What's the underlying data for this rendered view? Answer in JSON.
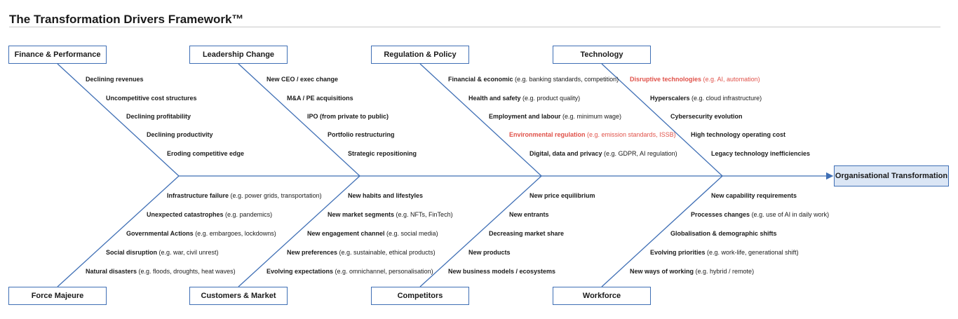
{
  "title": "The Transformation Drivers Framework™",
  "outcome": "Organisational Transformation",
  "colors": {
    "line": "#3f6fb5",
    "outcome_fill": "#dbe6f5",
    "highlight": "#e0524a"
  },
  "top": [
    {
      "label": "Finance & Performance",
      "items": [
        {
          "bold": "Declining revenues",
          "detail": ""
        },
        {
          "bold": "Uncompetitive cost structures",
          "detail": ""
        },
        {
          "bold": "Declining profitability",
          "detail": ""
        },
        {
          "bold": "Declining productivity",
          "detail": ""
        },
        {
          "bold": "Eroding competitive edge",
          "detail": ""
        }
      ]
    },
    {
      "label": "Leadership Change",
      "items": [
        {
          "bold": "New CEO / exec change",
          "detail": ""
        },
        {
          "bold": "M&A / PE acquisitions",
          "detail": ""
        },
        {
          "bold": "IPO (from private to public)",
          "detail": ""
        },
        {
          "bold": "Portfolio restructuring",
          "detail": ""
        },
        {
          "bold": "Strategic repositioning",
          "detail": ""
        }
      ]
    },
    {
      "label": "Regulation & Policy",
      "items": [
        {
          "bold": "Financial & economic",
          "detail": " (e.g. banking standards, competition)"
        },
        {
          "bold": "Health and safety",
          "detail": " (e.g. product quality)"
        },
        {
          "bold": "Employment and labour",
          "detail": " (e.g. minimum wage)"
        },
        {
          "bold": "Environmental regulation",
          "detail": " (e.g. emission standards, ISSB)",
          "highlight": true
        },
        {
          "bold": "Digital, data and privacy",
          "detail": " (e.g. GDPR, AI regulation)"
        }
      ]
    },
    {
      "label": "Technology",
      "items": [
        {
          "bold": "Disruptive technologies",
          "detail": " (e.g. AI, automation)",
          "highlight": true
        },
        {
          "bold": "Hyperscalers",
          "detail": " (e.g. cloud infrastructure)"
        },
        {
          "bold": "Cybersecurity evolution",
          "detail": ""
        },
        {
          "bold": "High technology operating cost",
          "detail": ""
        },
        {
          "bold": "Legacy technology inefficiencies",
          "detail": ""
        }
      ]
    }
  ],
  "bottom": [
    {
      "label": "Force Majeure",
      "items": [
        {
          "bold": "Infrastructure failure",
          "detail": " (e.g. power grids, transportation)"
        },
        {
          "bold": "Unexpected catastrophes",
          "detail": " (e.g. pandemics)"
        },
        {
          "bold": "Governmental Actions",
          "detail": " (e.g. embargoes, lockdowns)"
        },
        {
          "bold": "Social disruption",
          "detail": " (e.g. war, civil unrest)"
        },
        {
          "bold": "Natural disasters",
          "detail": " (e.g. floods, droughts, heat waves)"
        }
      ]
    },
    {
      "label": "Customers & Market",
      "items": [
        {
          "bold": "New habits and lifestyles",
          "detail": ""
        },
        {
          "bold": "New market segments",
          "detail": " (e.g. NFTs, FinTech)"
        },
        {
          "bold": "New engagement channel",
          "detail": " (e.g. social media)"
        },
        {
          "bold": "New preferences",
          "detail": " (e.g. sustainable, ethical products)"
        },
        {
          "bold": "Evolving expectations",
          "detail": " (e.g. omnichannel, personalisation)"
        }
      ]
    },
    {
      "label": "Competitors",
      "items": [
        {
          "bold": "New price equilibrium",
          "detail": ""
        },
        {
          "bold": "New entrants",
          "detail": ""
        },
        {
          "bold": "Decreasing market share",
          "detail": ""
        },
        {
          "bold": "New products",
          "detail": ""
        },
        {
          "bold": "New business models / ecosystems",
          "detail": ""
        }
      ]
    },
    {
      "label": "Workforce",
      "items": [
        {
          "bold": "New capability requirements",
          "detail": ""
        },
        {
          "bold": "Processes changes",
          "detail": " (e.g. use of AI in daily work)"
        },
        {
          "bold": "Globalisation & demographic shifts",
          "detail": ""
        },
        {
          "bold": "Evolving priorities",
          "detail": " (e.g. work-life, generational shift)"
        },
        {
          "bold": "New ways of working",
          "detail": " (e.g. hybrid / remote)"
        }
      ]
    }
  ]
}
